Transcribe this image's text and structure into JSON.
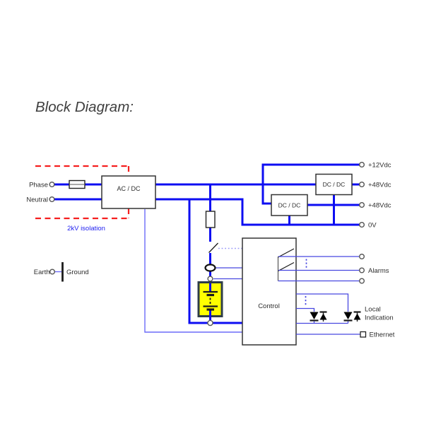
{
  "title": "Block Diagram:",
  "colors": {
    "power_wire": "#0d0df2",
    "sense_wire": "#6b6bf8",
    "signal_wire": "#4848e0",
    "control_dotted": "#9a9af8",
    "isolation_boundary": "#f51f1f",
    "isolation_text": "#2222f0",
    "battery_fill": "#ffff00",
    "battery_border": "#2e3d49",
    "box_border": "#333333",
    "label_text": "#2e2e2e",
    "title_text": "#3f3f3f"
  },
  "inputs": {
    "phase": "Phase",
    "neutral": "Neutral",
    "earth": "Earth",
    "ground": "Ground"
  },
  "isolation": {
    "label": "2kV isolation"
  },
  "blocks": {
    "acdc": "AC / DC",
    "dcdc_upper": "DC / DC",
    "dcdc_lower": "DC / DC",
    "control": "Control"
  },
  "outputs": {
    "v12": "+12Vdc",
    "v48_upper": "+48Vdc",
    "v48_lower": "+48Vdc",
    "v0": "0V"
  },
  "signals": {
    "alarms": "Alarms",
    "local_indication_line1": "Local",
    "local_indication_line2": "Indication",
    "ethernet": "Ethernet"
  }
}
